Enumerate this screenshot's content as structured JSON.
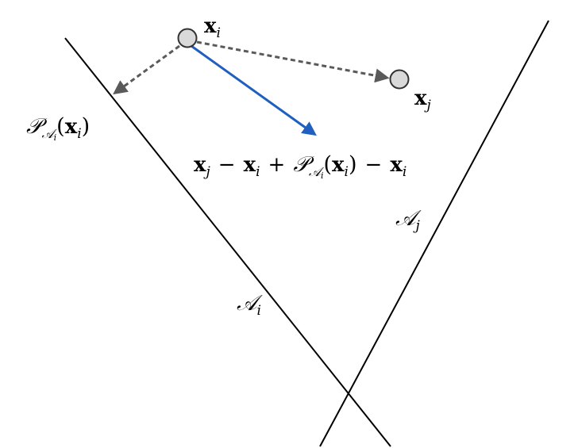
{
  "labels": {
    "xi": {
      "base": "x",
      "sub": "i"
    },
    "xj": {
      "base": "x",
      "sub": "j"
    },
    "proj": {
      "script": "𝒫",
      "sub_script": "𝒜",
      "sub_sub": "i",
      "open": "(",
      "arg_base": "x",
      "arg_sub": "i",
      "close": ")"
    },
    "Ai": {
      "script": "𝒜",
      "sub": "i"
    },
    "Aj": {
      "script": "𝒜",
      "sub": "j"
    },
    "combo": {
      "t1_base": "x",
      "t1_sub": "j",
      "minus1": "−",
      "t2_base": "x",
      "t2_sub": "i",
      "plus": "+",
      "p_script": "𝒫",
      "p_sub_script": "𝒜",
      "p_sub_sub": "i",
      "p_open": "(",
      "p_arg_base": "x",
      "p_arg_sub": "i",
      "p_close": ")",
      "minus2": "−",
      "t3_base": "x",
      "t3_sub": "i"
    }
  },
  "colors": {
    "line": "#000000",
    "arrow_blue": "#1f5fbf",
    "arrow_dashed": "#5a5a5a",
    "point_fill": "#d9d9d9",
    "point_stroke": "#333333"
  }
}
